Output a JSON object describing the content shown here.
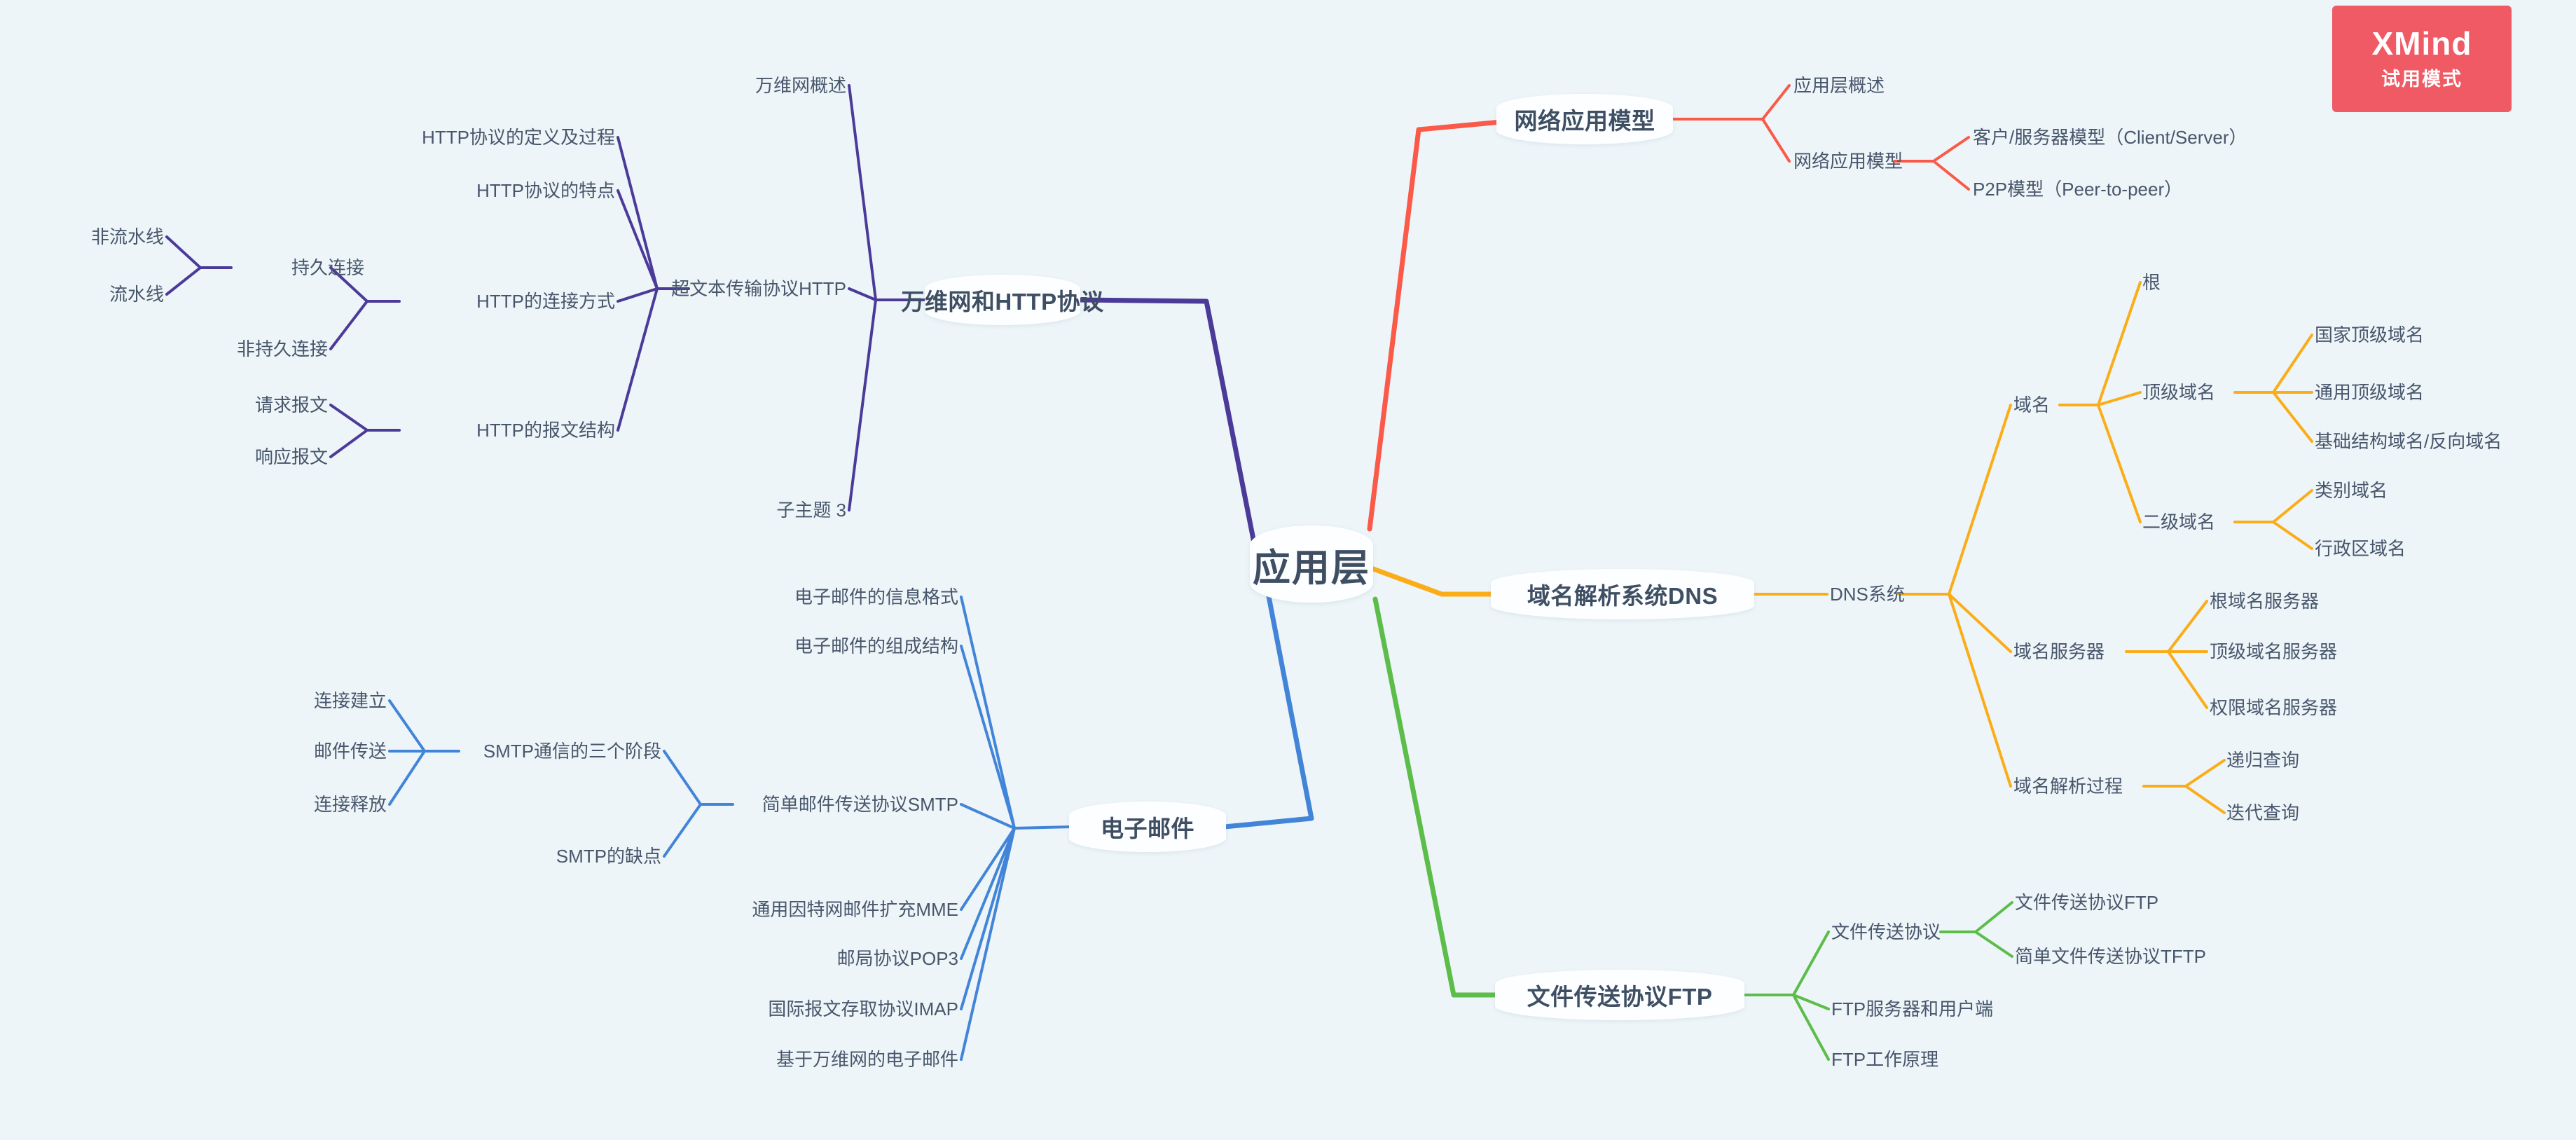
{
  "page": {
    "background_color": "#edf5f8",
    "text_color": "#48566c",
    "node_fill": "#fdfeff"
  },
  "watermark": {
    "brand": "XMind",
    "mode": "试用模式",
    "color": "#ef5a64"
  },
  "root": {
    "label": "应用层"
  },
  "branch_colors": {
    "network_app_model": "#fa5a47",
    "dns": "#fbad18",
    "ftp": "#5cbd4a",
    "email": "#4285d8",
    "www_http": "#4c3a99"
  },
  "branches": [
    {
      "id": "network-app-model",
      "label": "网络应用模型",
      "color": "#fa5a47",
      "side": "right",
      "children": [
        {
          "label": "应用层概述",
          "children": []
        },
        {
          "label": "网络应用模型",
          "children": [
            {
              "label": "客户/服务器模型（Client/Server）"
            },
            {
              "label": "P2P模型（Peer-to-peer）"
            }
          ]
        }
      ]
    },
    {
      "id": "dns",
      "label": "域名解析系统DNS",
      "color": "#fbad18",
      "side": "right",
      "children": [
        {
          "label": "DNS系统",
          "children": [
            {
              "label": "域名",
              "children": [
                {
                  "label": "根"
                },
                {
                  "label": "顶级域名",
                  "children": [
                    {
                      "label": "国家顶级域名"
                    },
                    {
                      "label": "通用顶级域名"
                    },
                    {
                      "label": "基础结构域名/反向域名"
                    }
                  ]
                },
                {
                  "label": "二级域名",
                  "children": [
                    {
                      "label": "类别域名"
                    },
                    {
                      "label": "行政区域名"
                    }
                  ]
                }
              ]
            },
            {
              "label": "域名服务器",
              "children": [
                {
                  "label": "根域名服务器"
                },
                {
                  "label": "顶级域名服务器"
                },
                {
                  "label": "权限域名服务器"
                }
              ]
            },
            {
              "label": "域名解析过程",
              "children": [
                {
                  "label": "递归查询"
                },
                {
                  "label": "迭代查询"
                }
              ]
            }
          ]
        }
      ]
    },
    {
      "id": "ftp",
      "label": "文件传送协议FTP",
      "color": "#5cbd4a",
      "side": "right",
      "children": [
        {
          "label": "文件传送协议",
          "children": [
            {
              "label": "文件传送协议FTP"
            },
            {
              "label": "简单文件传送协议TFTP"
            }
          ]
        },
        {
          "label": "FTP服务器和用户端",
          "children": []
        },
        {
          "label": "FTP工作原理",
          "children": []
        }
      ]
    },
    {
      "id": "www-http",
      "label": "万维网和HTTP协议",
      "color": "#4c3a99",
      "side": "left",
      "children": [
        {
          "label": "万维网概述",
          "children": []
        },
        {
          "label": "超文本传输协议HTTP",
          "children": [
            {
              "label": "HTTP协议的定义及过程"
            },
            {
              "label": "HTTP协议的特点"
            },
            {
              "label": "HTTP的连接方式",
              "children": [
                {
                  "label": "持久连接",
                  "children": [
                    {
                      "label": "非流水线"
                    },
                    {
                      "label": "流水线"
                    }
                  ]
                },
                {
                  "label": "非持久连接"
                }
              ]
            },
            {
              "label": "HTTP的报文结构",
              "children": [
                {
                  "label": "请求报文"
                },
                {
                  "label": "响应报文"
                }
              ]
            }
          ]
        },
        {
          "label": "子主题 3",
          "children": []
        }
      ]
    },
    {
      "id": "email",
      "label": "电子邮件",
      "color": "#4285d8",
      "side": "left",
      "children": [
        {
          "label": "电子邮件的信息格式",
          "children": []
        },
        {
          "label": "电子邮件的组成结构",
          "children": []
        },
        {
          "label": "简单邮件传送协议SMTP",
          "children": [
            {
              "label": "SMTP通信的三个阶段",
              "children": [
                {
                  "label": "连接建立"
                },
                {
                  "label": "邮件传送"
                },
                {
                  "label": "连接释放"
                }
              ]
            },
            {
              "label": "SMTP的缺点"
            }
          ]
        },
        {
          "label": "通用因特网邮件扩充MME",
          "children": []
        },
        {
          "label": "邮局协议POP3",
          "children": []
        },
        {
          "label": "国际报文存取协议IMAP",
          "children": []
        },
        {
          "label": "基于万维网的电子邮件",
          "children": []
        }
      ]
    }
  ],
  "nodes": {
    "root": {
      "label": "应用层"
    },
    "b_network": {
      "label": "网络应用模型"
    },
    "b_dns": {
      "label": "域名解析系统DNS"
    },
    "b_ftp": {
      "label": "文件传送协议FTP"
    },
    "b_http": {
      "label": "万维网和HTTP协议"
    },
    "b_email": {
      "label": "电子邮件"
    },
    "t_app_overview": {
      "label": "应用层概述"
    },
    "t_net_model": {
      "label": "网络应用模型"
    },
    "t_cs_model": {
      "label": "客户/服务器模型（Client/Server）"
    },
    "t_p2p_model": {
      "label": "P2P模型（Peer-to-peer）"
    },
    "t_dns_system": {
      "label": "DNS系统"
    },
    "t_domain": {
      "label": "域名"
    },
    "t_root_dom": {
      "label": "根"
    },
    "t_tld": {
      "label": "顶级域名"
    },
    "t_country_tld": {
      "label": "国家顶级域名"
    },
    "t_generic_tld": {
      "label": "通用顶级域名"
    },
    "t_infra_tld": {
      "label": "基础结构域名/反向域名"
    },
    "t_sld": {
      "label": "二级域名"
    },
    "t_category_dom": {
      "label": "类别域名"
    },
    "t_admin_dom": {
      "label": "行政区域名"
    },
    "t_dns_server": {
      "label": "域名服务器"
    },
    "t_root_srv": {
      "label": "根域名服务器"
    },
    "t_tld_srv": {
      "label": "顶级域名服务器"
    },
    "t_auth_srv": {
      "label": "权限域名服务器"
    },
    "t_resolve": {
      "label": "域名解析过程"
    },
    "t_recursive": {
      "label": "递归查询"
    },
    "t_iterative": {
      "label": "迭代查询"
    },
    "t_file_proto": {
      "label": "文件传送协议"
    },
    "t_ftp": {
      "label": "文件传送协议FTP"
    },
    "t_tftp": {
      "label": "简单文件传送协议TFTP"
    },
    "t_ftp_srv": {
      "label": "FTP服务器和用户端"
    },
    "t_ftp_work": {
      "label": "FTP工作原理"
    },
    "t_www_overview": {
      "label": "万维网概述"
    },
    "t_http_proto": {
      "label": "超文本传输协议HTTP"
    },
    "t_http_def": {
      "label": "HTTP协议的定义及过程"
    },
    "t_http_feat": {
      "label": "HTTP协议的特点"
    },
    "t_http_conn": {
      "label": "HTTP的连接方式"
    },
    "t_persist": {
      "label": "持久连接"
    },
    "t_nonpipe": {
      "label": "非流水线"
    },
    "t_pipe": {
      "label": "流水线"
    },
    "t_nonpersist": {
      "label": "非持久连接"
    },
    "t_http_msg": {
      "label": "HTTP的报文结构"
    },
    "t_req_msg": {
      "label": "请求报文"
    },
    "t_resp_msg": {
      "label": "响应报文"
    },
    "t_subtopic3": {
      "label": "子主题 3"
    },
    "t_mail_format": {
      "label": "电子邮件的信息格式"
    },
    "t_mail_struct": {
      "label": "电子邮件的组成结构"
    },
    "t_smtp": {
      "label": "简单邮件传送协议SMTP"
    },
    "t_smtp_phases": {
      "label": "SMTP通信的三个阶段"
    },
    "t_conn_setup": {
      "label": "连接建立"
    },
    "t_mail_send": {
      "label": "邮件传送"
    },
    "t_conn_release": {
      "label": "连接释放"
    },
    "t_smtp_flaw": {
      "label": "SMTP的缺点"
    },
    "t_mime": {
      "label": "通用因特网邮件扩充MME"
    },
    "t_pop3": {
      "label": "邮局协议POP3"
    },
    "t_imap": {
      "label": "国际报文存取协议IMAP"
    },
    "t_web_mail": {
      "label": "基于万维网的电子邮件"
    }
  }
}
